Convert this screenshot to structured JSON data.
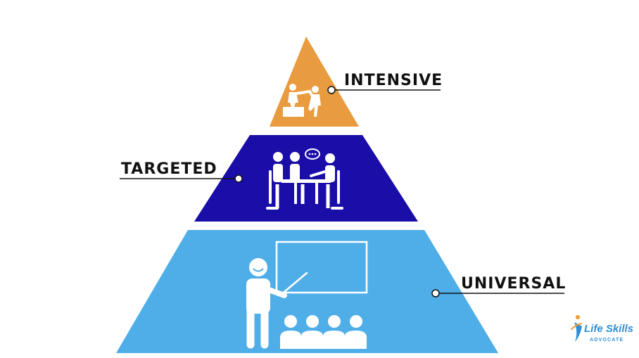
{
  "tiers": {
    "intensive": {
      "label": "INTENSIVE",
      "color": "#E99B3F",
      "icon": "helping-hand-icon"
    },
    "targeted": {
      "label": "TARGETED",
      "color": "#1A0DA8",
      "icon": "small-group-meeting-icon"
    },
    "universal": {
      "label": "UNIVERSAL",
      "color": "#4FAEE8",
      "icon": "classroom-teacher-icon"
    }
  },
  "logo": {
    "line1": "Life Skills",
    "line2": "ADVOCATE",
    "color_primary": "#2E8FD6",
    "color_accent": "#F29A2E"
  }
}
